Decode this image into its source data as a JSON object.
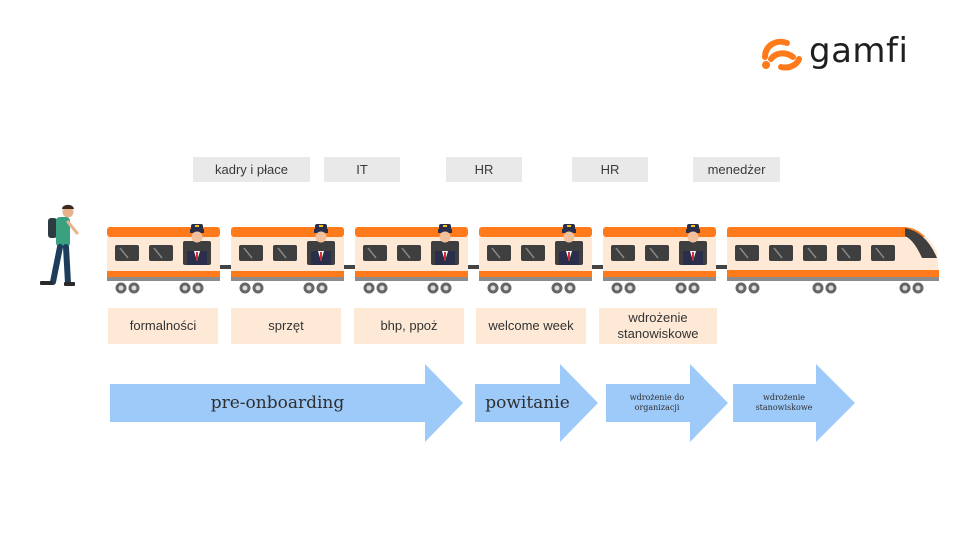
{
  "brand": {
    "name": "gamfi"
  },
  "colors": {
    "orange": "#ff7a1a",
    "cream": "#fde9d6",
    "arrow": "#9ecaf9",
    "tag_bg": "#e9e9e9"
  },
  "roles": [
    "kadry i płace",
    "IT",
    "HR",
    "HR",
    "menedżer"
  ],
  "stages": [
    "formalności",
    "sprzęt",
    "bhp, ppoż",
    "welcome week",
    "wdrożenie stanowiskowe"
  ],
  "phases": [
    "pre-onboarding",
    "powitanie",
    "wdrożenie do organizacji",
    "wdrożenie stanowiskowe"
  ],
  "icons": [
    "walking-person-icon",
    "conductor-icon",
    "train-car-icon",
    "locomotive-icon",
    "gamfi-logo-icon"
  ]
}
